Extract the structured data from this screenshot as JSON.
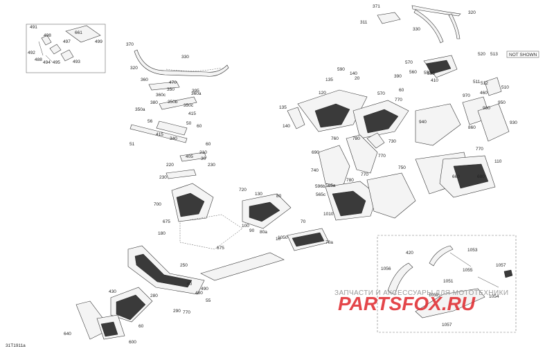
{
  "diagram": {
    "code": "31T1911a",
    "not_shown_label": "NOT SHOWN",
    "watermark": {
      "subtitle": "ЗАПЧАСТИ И АКСЕССУАРЫ ДЛЯ МОТОТЕХНИКИ",
      "brand": "PARTSFOX.RU",
      "brand_color": "#e0262b"
    },
    "callouts": [
      "371",
      "320",
      "311",
      "330",
      "513",
      "520",
      "570",
      "590",
      "140",
      "20",
      "135",
      "120",
      "550",
      "560",
      "595",
      "390",
      "410",
      "60",
      "135",
      "140",
      "570",
      "770",
      "940",
      "512",
      "511",
      "510",
      "460",
      "970",
      "980",
      "930",
      "950",
      "860",
      "770",
      "780",
      "730",
      "690",
      "770",
      "740",
      "750",
      "660",
      "110",
      "760",
      "680",
      "770",
      "596b",
      "565a",
      "565c",
      "1010",
      "780",
      "491",
      "499",
      "498",
      "661",
      "497",
      "492",
      "488",
      "494",
      "495",
      "493",
      "370",
      "330",
      "320",
      "360",
      "470",
      "380",
      "395",
      "350",
      "360c",
      "360a",
      "350a",
      "350b",
      "350c",
      "415",
      "56",
      "50",
      "60",
      "340",
      "51",
      "415",
      "60",
      "210",
      "30",
      "220",
      "230",
      "230",
      "405",
      "720",
      "700",
      "130",
      "80",
      "100",
      "90",
      "80a",
      "70",
      "70a",
      "675",
      "180",
      "675",
      "10",
      "250",
      "490",
      "60",
      "480",
      "430",
      "280",
      "55",
      "290",
      "770",
      "60",
      "640",
      "600",
      "420",
      "1053",
      "1055",
      "1056",
      "1051",
      "1057",
      "1054",
      "1052",
      "1057",
      "1050",
      "10"
    ]
  }
}
